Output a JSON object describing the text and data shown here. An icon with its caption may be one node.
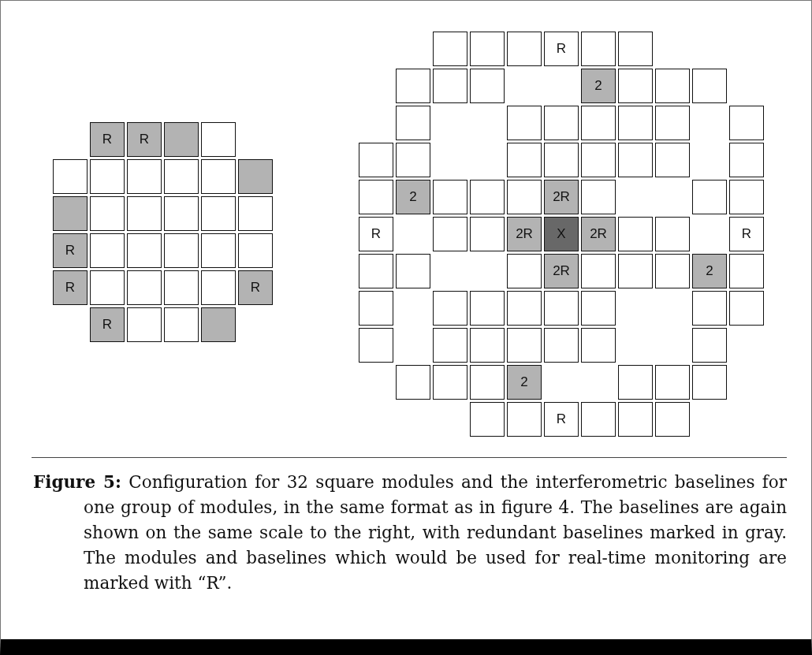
{
  "diagram": {
    "caption": "**Figure 5:** Configuration for 32 square modules and the interferometric baselines for one group of modules, in the same format as in figure 4. The baselines are again shown on the same scale to the right, with redundant baselines marked in gray. The modules and baselines which would be used for real-time monitoring are marked with “R”.",
    "nodes": [
      {
        "text": [
          "R"
        ]
      },
      {
        "text": [
          "R"
        ]
      },
      {
        "text": [],
        "shape": "box"
      },
      {
        "text": [],
        "shape": "box"
      },
      {
        "text": [],
        "shape": "box"
      },
      {
        "text": [],
        "shape": "box"
      },
      {
        "text": [],
        "shape": "box"
      },
      {
        "text": [],
        "shape": "box"
      },
      {
        "text": [],
        "shape": "box"
      },
      {
        "text": [],
        "shape": "box"
      },
      {
        "text": [],
        "shape": "box"
      },
      {
        "text": [],
        "shape": "box"
      },
      {
        "text": [],
        "shape": "box"
      },
      {
        "text": [],
        "shape": "box"
      },
      {
        "text": [],
        "shape": "box"
      },
      {
        "text": [],
        "shape": "box"
      },
      {
        "text": [
          "R"
        ]
      },
      {
        "text": [],
        "shape": "box"
      },
      {
        "text": [],
        "shape": "box"
      },
      {
        "text": [],
        "shape": "box"
      },
      {
        "text": [],
        "shape": "box"
      },
      {
        "text": [],
        "shape": "box"
      },
      {
        "text": [
          "R"
        ]
      },
      {
        "text": [],
        "shape": "box"
      },
      {
        "text": [],
        "shape": "box"
      },
      {
        "text": [],
        "shape": "box"
      },
      {
        "text": [],
        "shape": "box"
      },
      {
        "text": [
          "R"
        ]
      },
      {
        "text": [
          "R"
        ]
      },
      {
        "text": [],
        "shape": "box"
      },
      {
        "text": [],
        "shape": "box"
      },
      {
        "text": [],
        "shape": "box"
      },
      {
        "text": [],
        "shape": "box"
      },
      {
        "text": [],
        "shape": "box"
      },
      {
        "text": [],
        "shape": "box"
      },
      {
        "text": [
          "R"
        ]
      },
      {
        "text": [],
        "shape": "box"
      },
      {
        "text": [],
        "shape": "box"
      },
      {
        "text": [],
        "shape": "box"
      },
      {
        "text": [],
        "shape": "box"
      },
      {
        "text": [],
        "shape": "box"
      },
      {
        "text": [
          "2"
        ]
      },
      {
        "text": [],
        "shape": "box"
      },
      {
        "text": [],
        "shape": "box"
      },
      {
        "text": [],
        "shape": "box"
      },
      {
        "text": [],
        "shape": "box"
      },
      {
        "text": [],
        "shape": "box"
      },
      {
        "text": [],
        "shape": "box"
      },
      {
        "text": [],
        "shape": "box"
      },
      {
        "text": [],
        "shape": "box"
      },
      {
        "text": [],
        "shape": "box"
      },
      {
        "text": [],
        "shape": "box"
      },
      {
        "text": [],
        "shape": "box"
      },
      {
        "text": [],
        "shape": "box"
      },
      {
        "text": [],
        "shape": "box"
      },
      {
        "text": [],
        "shape": "box"
      },
      {
        "text": [],
        "shape": "box"
      },
      {
        "text": [],
        "shape": "box"
      },
      {
        "text": [],
        "shape": "box"
      },
      {
        "text": [],
        "shape": "box"
      },
      {
        "text": [],
        "shape": "box"
      },
      {
        "text": [
          "2"
        ]
      },
      {
        "text": [],
        "shape": "box"
      },
      {
        "text": [],
        "shape": "box"
      },
      {
        "text": [],
        "shape": "box"
      },
      {
        "text": [
          "2R"
        ]
      },
      {
        "text": [],
        "shape": "box"
      },
      {
        "text": [],
        "shape": "box"
      },
      {
        "text": [],
        "shape": "box"
      },
      {
        "text": [
          "R"
        ]
      },
      {
        "text": [],
        "shape": "box"
      },
      {
        "text": [],
        "shape": "box"
      },
      {
        "text": [
          "2R"
        ]
      },
      {
        "text": [
          "X"
        ]
      },
      {
        "text": [
          "2R"
        ]
      },
      {
        "text": [],
        "shape": "box"
      },
      {
        "text": [],
        "shape": "box"
      },
      {
        "text": [
          "R"
        ]
      },
      {
        "text": [],
        "shape": "box"
      },
      {
        "text": [],
        "shape": "box"
      },
      {
        "text": [],
        "shape": "box"
      },
      {
        "text": [
          "2R"
        ]
      },
      {
        "text": [],
        "shape": "box"
      },
      {
        "text": [],
        "shape": "box"
      },
      {
        "text": [],
        "shape": "box"
      },
      {
        "text": [
          "2"
        ]
      },
      {
        "text": [],
        "shape": "box"
      },
      {
        "text": [],
        "shape": "box"
      },
      {
        "text": [],
        "shape": "box"
      },
      {
        "text": [],
        "shape": "box"
      },
      {
        "text": [],
        "shape": "box"
      },
      {
        "text": [],
        "shape": "box"
      },
      {
        "text": [],
        "shape": "box"
      },
      {
        "text": [],
        "shape": "box"
      },
      {
        "text": [],
        "shape": "box"
      },
      {
        "text": [],
        "shape": "box"
      },
      {
        "text": [],
        "shape": "box"
      },
      {
        "text": [],
        "shape": "box"
      },
      {
        "text": [],
        "shape": "box"
      },
      {
        "text": [],
        "shape": "box"
      },
      {
        "text": [],
        "shape": "box"
      },
      {
        "text": [],
        "shape": "box"
      },
      {
        "text": [],
        "shape": "box"
      },
      {
        "text": [],
        "shape": "box"
      },
      {
        "text": [],
        "shape": "box"
      },
      {
        "text": [
          "2"
        ]
      },
      {
        "text": [],
        "shape": "box"
      },
      {
        "text": [],
        "shape": "box"
      },
      {
        "text": [],
        "shape": "box"
      },
      {
        "text": [],
        "shape": "box"
      },
      {
        "text": [],
        "shape": "box"
      },
      {
        "text": [
          "R"
        ]
      },
      {
        "text": [],
        "shape": "box"
      },
      {
        "text": [],
        "shape": "box"
      },
      {
        "text": [],
        "shape": "box"
      }
    ]
  }
}
